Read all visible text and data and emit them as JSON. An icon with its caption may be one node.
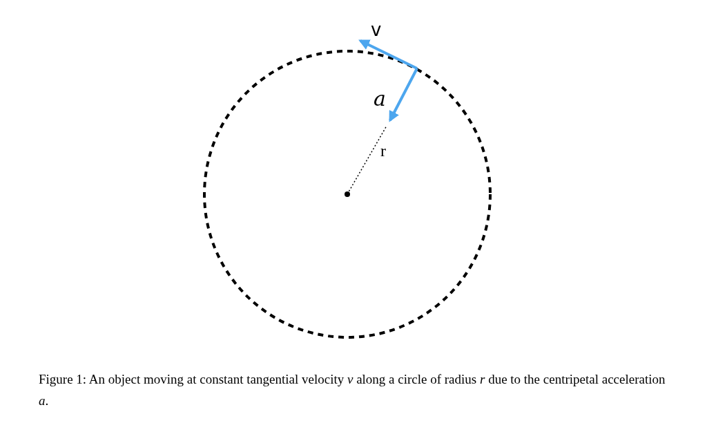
{
  "diagram": {
    "caption": "Figure 1: An object moving at constant tangential velocity *v* along a circle of radius *r* due to the centripetal acceleration *a*.",
    "labels": [
      "v",
      "a",
      "r"
    ]
  }
}
